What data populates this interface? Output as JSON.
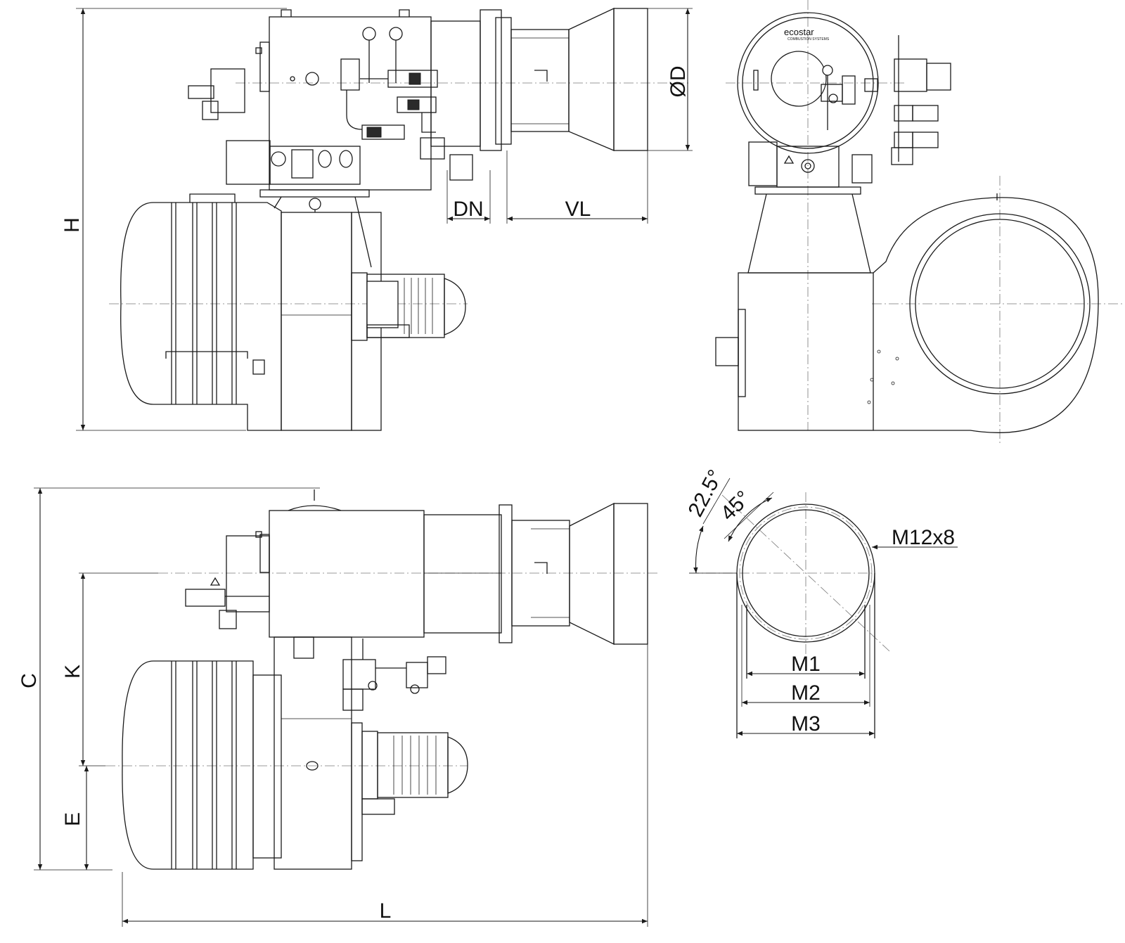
{
  "labels": {
    "H": "H",
    "D": "ØD",
    "DN": "DN",
    "VL": "VL",
    "C": "C",
    "K": "K",
    "E": "E",
    "L": "L",
    "M1": "M1",
    "M2": "M2",
    "M3": "M3",
    "M12x8": "M12x8",
    "angle_22_5": "22.5°",
    "angle_45": "45°"
  },
  "logo": {
    "brand": "ecostar",
    "tagline": "COMBUSTION SYSTEMS"
  }
}
